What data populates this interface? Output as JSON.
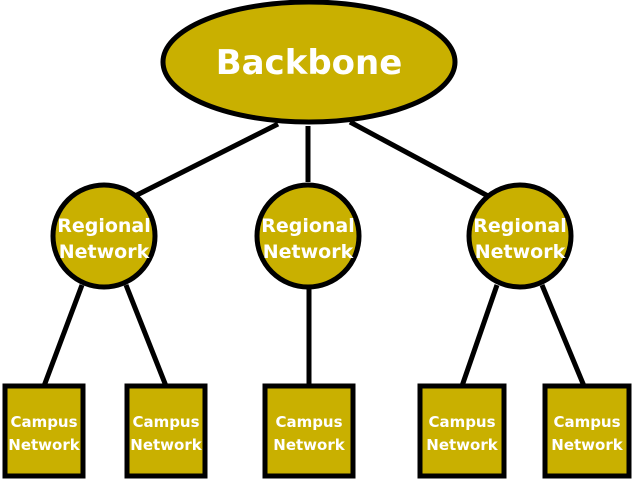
{
  "diagram": {
    "fill_color": "#c9b000",
    "outline_color": "#000000",
    "text_color": "#ffffff",
    "backbone": {
      "label": "Backbone"
    },
    "regionals": [
      {
        "label_line1": "Regional",
        "label_line2": "Network"
      },
      {
        "label_line1": "Regional",
        "label_line2": "Network"
      },
      {
        "label_line1": "Regional",
        "label_line2": "Network"
      }
    ],
    "campuses": [
      {
        "label_line1": "Campus",
        "label_line2": "Network",
        "parent": 0
      },
      {
        "label_line1": "Campus",
        "label_line2": "Network",
        "parent": 0
      },
      {
        "label_line1": "Campus",
        "label_line2": "Network",
        "parent": 1
      },
      {
        "label_line1": "Campus",
        "label_line2": "Network",
        "parent": 2
      },
      {
        "label_line1": "Campus",
        "label_line2": "Network",
        "parent": 2
      }
    ]
  }
}
